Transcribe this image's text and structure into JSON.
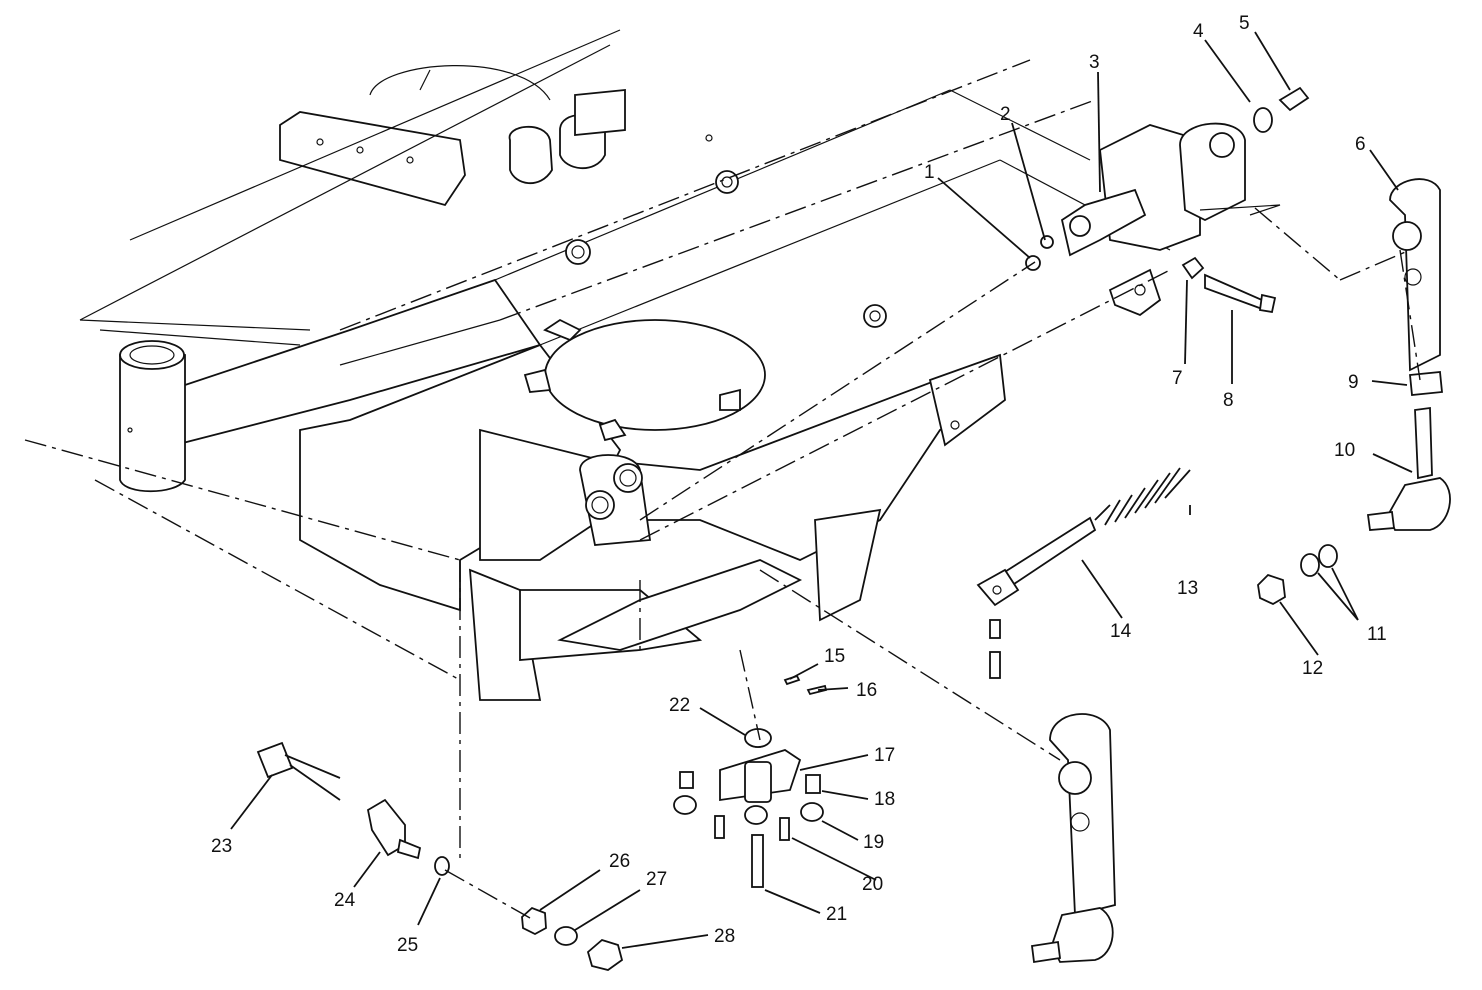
{
  "callouts": [
    {
      "num": "1"
    },
    {
      "num": "2"
    },
    {
      "num": "3"
    },
    {
      "num": "4"
    },
    {
      "num": "5"
    },
    {
      "num": "6"
    },
    {
      "num": "7"
    },
    {
      "num": "8"
    },
    {
      "num": "9"
    },
    {
      "num": "10"
    },
    {
      "num": "11"
    },
    {
      "num": "12"
    },
    {
      "num": "13"
    },
    {
      "num": "14"
    },
    {
      "num": "15"
    },
    {
      "num": "16"
    },
    {
      "num": "17"
    },
    {
      "num": "18"
    },
    {
      "num": "19"
    },
    {
      "num": "20"
    },
    {
      "num": "21"
    },
    {
      "num": "22"
    },
    {
      "num": "23"
    },
    {
      "num": "24"
    },
    {
      "num": "25"
    },
    {
      "num": "26"
    },
    {
      "num": "27"
    },
    {
      "num": "28"
    }
  ]
}
